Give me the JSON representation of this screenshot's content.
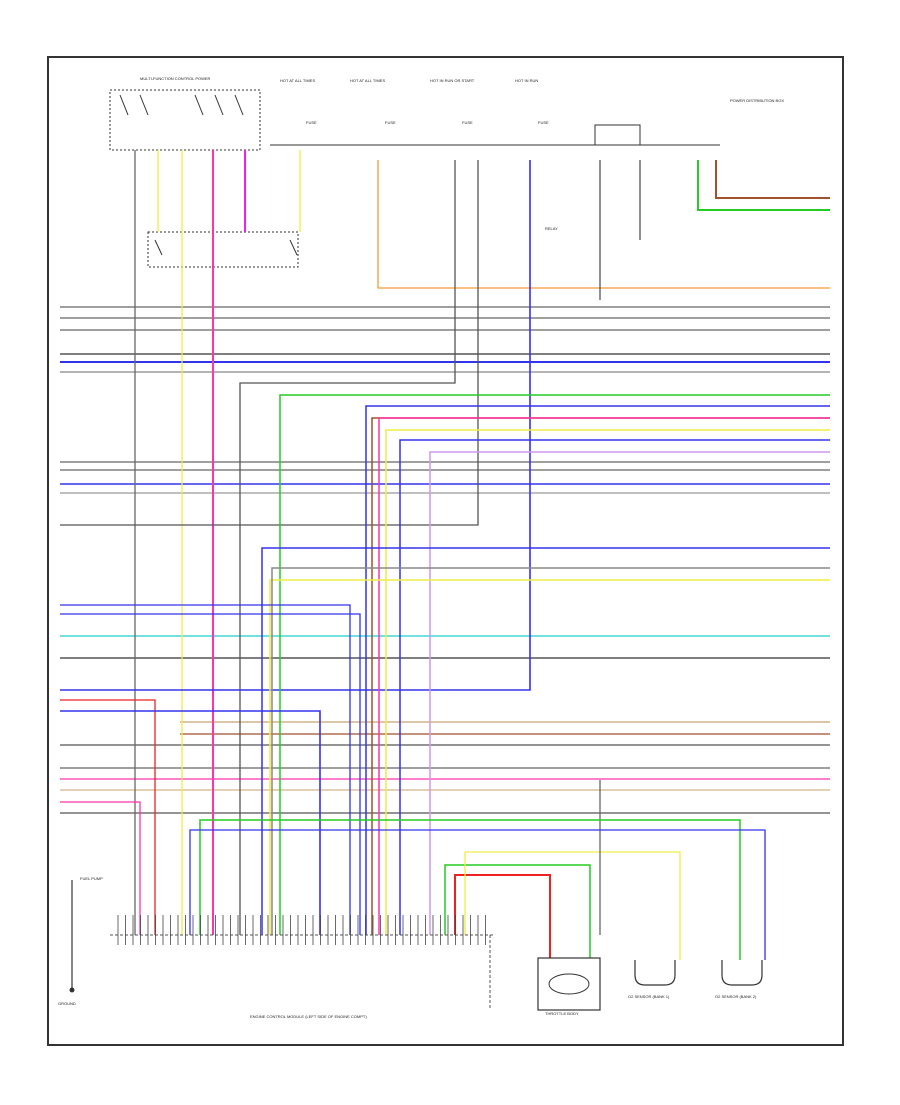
{
  "diagram": {
    "top_labels": {
      "relay": "MULTI-FUNCTION CONTROL\nPOWER",
      "hot1": "HOT AT ALL\nTIMES",
      "hot2": "HOT AT ALL\nTIMES",
      "hot3": "HOT IN RUN\nOR START",
      "hot4": "HOT IN\nRUN",
      "right_box": "POWER DISTRIBUTION BOX"
    },
    "fuse_labels": [
      "FUSE",
      "FUSE",
      "FUSE",
      "FUSE"
    ],
    "mid_label": "RELAY",
    "ecm_label": "ENGINE CONTROL MODULE\n(LEFT SIDE OF ENGINE COMPT)",
    "bottom_right": {
      "throttle": "THROTTLE\nBODY",
      "sensor1": "O2 SENSOR\n(BANK 1)",
      "sensor2": "O2 SENSOR\n(BANK 2)"
    },
    "ground_label": "GROUND",
    "fuel_label": "FUEL\nPUMP"
  },
  "colors": {
    "orange": "#f59a3c",
    "blue": "#3333ee",
    "green": "#22cc22",
    "yellow": "#eeee44",
    "red": "#ee2222",
    "pink": "#ff33aa",
    "magenta": "#ee22ee",
    "cyan": "#22cccc",
    "brown": "#a0522d",
    "gray": "#777777",
    "dark": "#333333",
    "lilac": "#cc99ee",
    "tan": "#d2b48c"
  }
}
